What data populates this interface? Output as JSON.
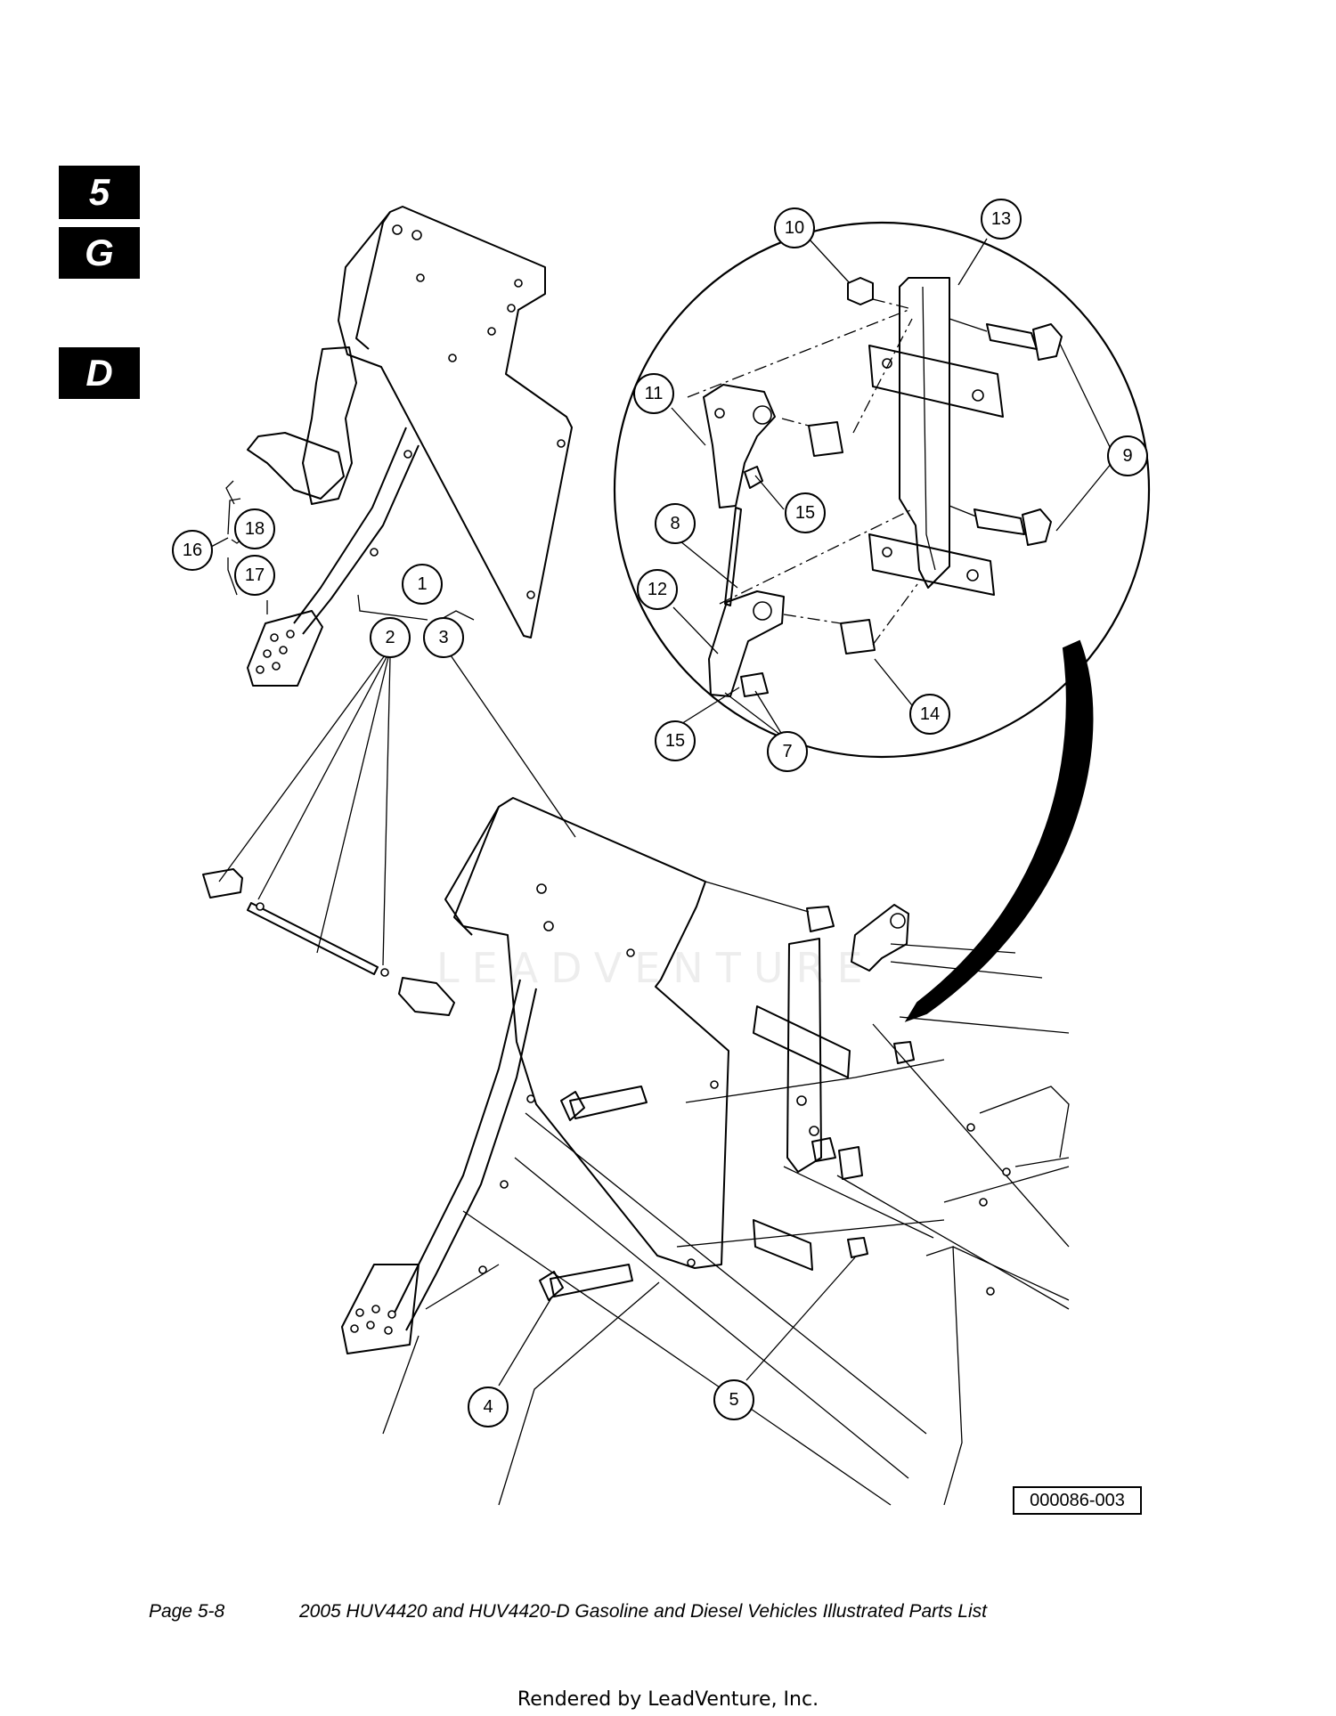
{
  "section_tabs": [
    "5",
    "G",
    "D"
  ],
  "figure_id": "000086-003",
  "footer": {
    "page": "Page 5-8",
    "title": "2005 HUV4420 and HUV4420-D Gasoline and Diesel Vehicles Illustrated Parts List"
  },
  "rendered_by": "Rendered by LeadVenture, Inc.",
  "watermark": "LEADVENTURE",
  "callouts": [
    {
      "label": "1"
    },
    {
      "label": "2"
    },
    {
      "label": "3"
    },
    {
      "label": "4"
    },
    {
      "label": "5"
    },
    {
      "label": "7"
    },
    {
      "label": "8"
    },
    {
      "label": "9"
    },
    {
      "label": "10"
    },
    {
      "label": "11"
    },
    {
      "label": "12"
    },
    {
      "label": "13"
    },
    {
      "label": "14"
    },
    {
      "label": "15"
    },
    {
      "label": "15"
    },
    {
      "label": "16"
    },
    {
      "label": "17"
    },
    {
      "label": "18"
    }
  ]
}
